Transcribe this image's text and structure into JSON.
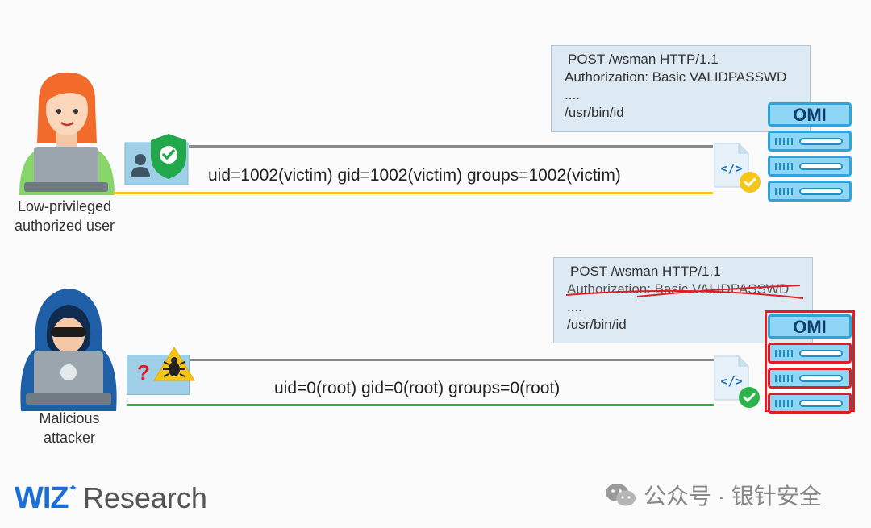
{
  "top_flow": {
    "user_label": [
      "Low-privileged",
      "authorized user"
    ],
    "request": [
      "POST /wsman HTTP/1.1",
      "Authorization: Basic VALIDPASSWD",
      "....",
      "/usr/bin/id"
    ],
    "response": "uid=1002(victim) gid=1002(victim) groups=1002(victim)",
    "server_label": "OMI",
    "line_color": "#f5c518"
  },
  "bottom_flow": {
    "user_label": [
      "Malicious",
      "attacker"
    ],
    "request": [
      "POST /wsman HTTP/1.1",
      "Authorization: Basic VALIDPASSWD",
      "....",
      "/usr/bin/id"
    ],
    "response": "uid=0(root) gid=0(root) groups=0(root)",
    "server_label": "OMI",
    "question_mark": "?",
    "line_color": "#2db34a",
    "highlight_color": "#e01c24"
  },
  "footer": {
    "logo_wiz": "WIZ",
    "logo_research": "Research",
    "watermark": "公众号 · 银针安全"
  },
  "icons": [
    "user-woman-icon",
    "id-card-icon",
    "shield-check-icon",
    "code-doc-icon",
    "check-badge-icon",
    "hacker-icon",
    "bug-warning-icon",
    "wechat-icon"
  ]
}
